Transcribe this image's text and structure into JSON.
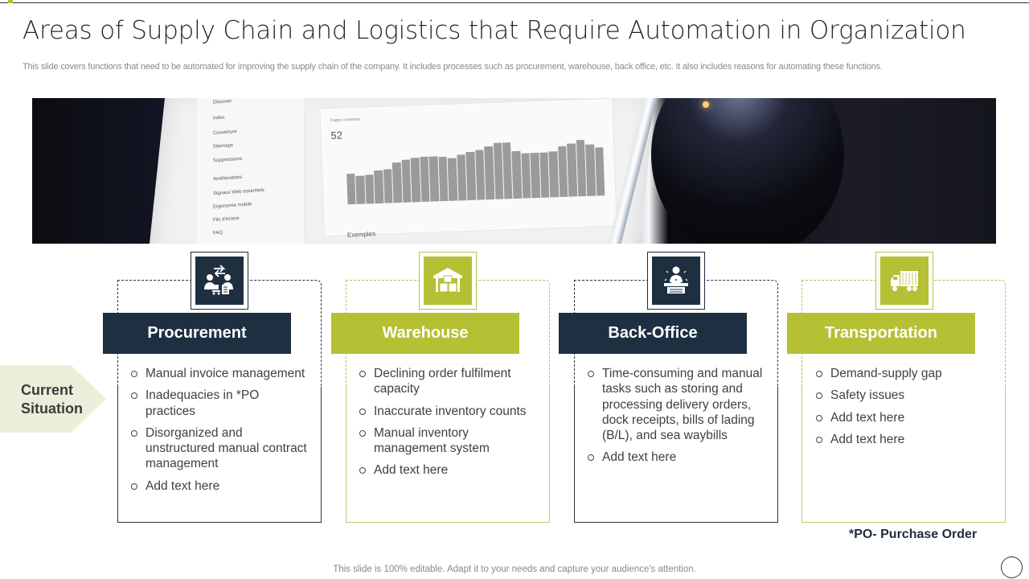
{
  "slide": {
    "title": "Areas of Supply Chain and Logistics that Require Automation in Organization",
    "subtitle": "This slide covers functions that need to  be automated for improving the supply chain of the company. It includes processes such as procurement, warehouse, back office, etc.  It also includes reasons for automating these functions.",
    "hero_image": {
      "description": "Laptop screen showing analytics dashboard beside dark globe",
      "sidebar_items": [
        "Discover",
        "Index",
        "Couverture",
        "Sitemaps",
        "Suppressions",
        "Améliorations",
        "Signaux Web essentiels",
        "Ergonomie mobile",
        "Fils d'Ariane",
        "FAQ"
      ],
      "panel_label": "Pages couvertes",
      "panel_value": "52",
      "panel_footer": "Exemples"
    },
    "row_label": "Current Situation",
    "colors": {
      "navy": "#1e2f42",
      "olive": "#b5c034",
      "arrow_bg": "#eceed9"
    },
    "cards": [
      {
        "title": "Procurement",
        "icon": "procurement-exchange-icon",
        "theme": "dark",
        "items": [
          "Manual invoice management",
          "Inadequacies in *PO practices",
          "Disorganized and unstructured manual contract management",
          "Add text here"
        ]
      },
      {
        "title": "Warehouse",
        "icon": "warehouse-icon",
        "theme": "green",
        "items": [
          "Declining order fulfilment capacity",
          "Inaccurate inventory counts",
          "Manual inventory management system",
          "Add text here"
        ]
      },
      {
        "title": "Back-Office",
        "icon": "office-desk-worker-icon",
        "theme": "dark",
        "items": [
          "Time-consuming and manual tasks such as storing and processing delivery orders, dock receipts, bills of lading (B/L), and sea waybills",
          "Add text here"
        ]
      },
      {
        "title": "Transportation",
        "icon": "truck-icon",
        "theme": "green",
        "items": [
          "Demand-supply gap",
          "Safety issues",
          "Add text here",
          "Add text here"
        ]
      }
    ],
    "footnote": "*PO- Purchase Order",
    "footer": "This slide is 100% editable. Adapt it to your needs and capture your audience's attention."
  }
}
